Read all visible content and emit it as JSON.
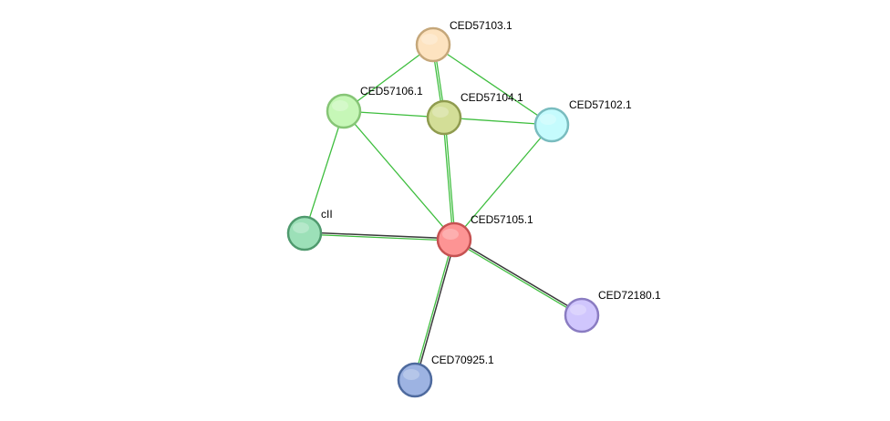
{
  "network": {
    "nodes": [
      {
        "id": "CED57103.1",
        "label": "CED57103.1",
        "fill": "#fde3c0",
        "stroke": "#c5a77a"
      },
      {
        "id": "CED57106.1",
        "label": "CED57106.1",
        "fill": "#c6f7b7",
        "stroke": "#86c576"
      },
      {
        "id": "CED57104.1",
        "label": "CED57104.1",
        "fill": "#d3de97",
        "stroke": "#8f9b4f"
      },
      {
        "id": "CED57102.1",
        "label": "CED57102.1",
        "fill": "#c5fbfd",
        "stroke": "#79bcbf"
      },
      {
        "id": "cII",
        "label": "cII",
        "fill": "#9ce0b8",
        "stroke": "#4f9a6e"
      },
      {
        "id": "CED57105.1",
        "label": "CED57105.1",
        "fill": "#fd9494",
        "stroke": "#c65252"
      },
      {
        "id": "CED72180.1",
        "label": "CED72180.1",
        "fill": "#d0c6fd",
        "stroke": "#8a7cc2"
      },
      {
        "id": "CED70925.1",
        "label": "CED70925.1",
        "fill": "#9db3e2",
        "stroke": "#4e6a9e"
      }
    ],
    "edges": [
      {
        "source": "CED57103.1",
        "target": "CED57106.1",
        "colors": [
          "#3fbe3f"
        ]
      },
      {
        "source": "CED57103.1",
        "target": "CED57104.1",
        "colors": [
          "#3fbe3f",
          "#3fbe3f"
        ]
      },
      {
        "source": "CED57103.1",
        "target": "CED57102.1",
        "colors": [
          "#3fbe3f"
        ]
      },
      {
        "source": "CED57106.1",
        "target": "CED57104.1",
        "colors": [
          "#3fbe3f"
        ]
      },
      {
        "source": "CED57104.1",
        "target": "CED57102.1",
        "colors": [
          "#3fbe3f"
        ]
      },
      {
        "source": "CED57106.1",
        "target": "cII",
        "colors": [
          "#3fbe3f"
        ]
      },
      {
        "source": "CED57106.1",
        "target": "CED57105.1",
        "colors": [
          "#3fbe3f"
        ]
      },
      {
        "source": "CED57104.1",
        "target": "CED57105.1",
        "colors": [
          "#3fbe3f",
          "#3fbe3f"
        ]
      },
      {
        "source": "CED57102.1",
        "target": "CED57105.1",
        "colors": [
          "#3fbe3f"
        ]
      },
      {
        "source": "cII",
        "target": "CED57105.1",
        "colors": [
          "#3a3a3a",
          "#3fbe3f"
        ]
      },
      {
        "source": "CED57105.1",
        "target": "CED72180.1",
        "colors": [
          "#3a3a3a",
          "#3fbe3f"
        ]
      },
      {
        "source": "CED57105.1",
        "target": "CED70925.1",
        "colors": [
          "#3a3a3a",
          "#3fbe3f"
        ]
      }
    ]
  }
}
